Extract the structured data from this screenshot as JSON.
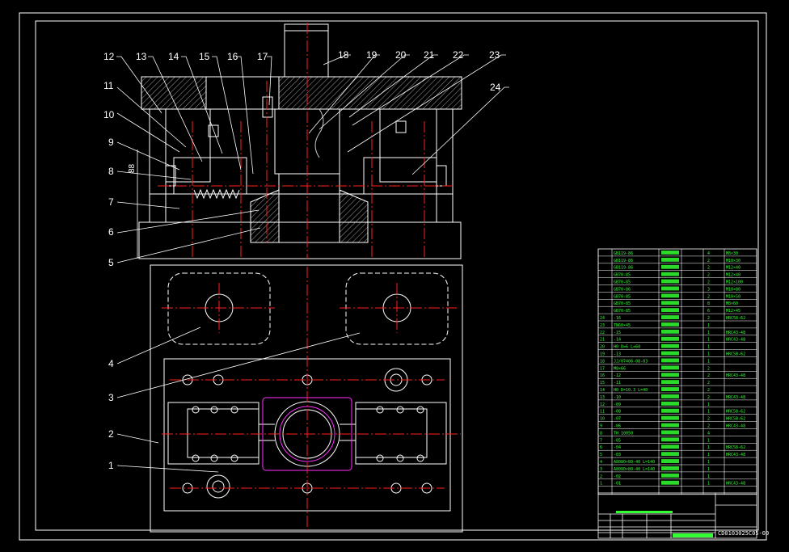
{
  "colors": {
    "background": "#000000",
    "outline": "#ffffff",
    "centerline": "#ff2020",
    "magenta": "#ff30ff",
    "green": "#33ff33",
    "grey": "#c8c8c8",
    "yellow": "#ffff66"
  },
  "callouts": {
    "c1": "1",
    "c2": "2",
    "c3": "3",
    "c4": "4",
    "c5": "5",
    "c6": "6",
    "c7": "7",
    "c8": "8",
    "c9": "9",
    "c10": "10",
    "c11": "11",
    "c12": "12",
    "c13": "13",
    "c14": "14",
    "c15": "15",
    "c16": "16",
    "c17": "17",
    "c18": "18",
    "c19": "19",
    "c20": "20",
    "c21": "21",
    "c22": "22",
    "c23": "23",
    "c24": "24"
  },
  "dimension": "88",
  "bom": {
    "rows": [
      {
        "no": "",
        "code": "GB119-86",
        "qty": "4",
        "spec": "M8×30"
      },
      {
        "no": "",
        "code": "GB119-86",
        "qty": "2",
        "spec": "M10×30"
      },
      {
        "no": "",
        "code": "GB119-86",
        "qty": "2",
        "spec": "M12×40"
      },
      {
        "no": "",
        "code": "GB70-85",
        "qty": "2",
        "spec": "M12×40"
      },
      {
        "no": "",
        "code": "GB70-85",
        "qty": "2",
        "spec": "M12×100"
      },
      {
        "no": "",
        "code": "GB70-86",
        "qty": "3",
        "spec": "M10×80"
      },
      {
        "no": "",
        "code": "GB70-85",
        "qty": "2",
        "spec": "M10×50"
      },
      {
        "no": "",
        "code": "GB70-85",
        "qty": "8",
        "spec": "M8×60"
      },
      {
        "no": "",
        "code": "GB70-85",
        "qty": "6",
        "spec": "M12×45"
      },
      {
        "no": "24",
        "code": "-16",
        "qty": "2",
        "spec": "HRC58-62"
      },
      {
        "no": "23",
        "code": "TN60×45",
        "qty": "1",
        "spec": ""
      },
      {
        "no": "22",
        "code": "-15",
        "qty": "1",
        "spec": "HRC43-48"
      },
      {
        "no": "21",
        "code": "-14",
        "qty": "1",
        "spec": "HRC43-48"
      },
      {
        "no": "20",
        "code": "H0 D=6 L=60",
        "qty": "1",
        "spec": ""
      },
      {
        "no": "19",
        "code": "-13",
        "qty": "1",
        "spec": "HRC58-62"
      },
      {
        "no": "18",
        "code": "JJ/07406-08-03",
        "qty": "1",
        "spec": ""
      },
      {
        "no": "17",
        "code": "M8×66",
        "qty": "2",
        "spec": ""
      },
      {
        "no": "16",
        "code": "-12",
        "qty": "2",
        "spec": "HRC43-48"
      },
      {
        "no": "15",
        "code": "-11",
        "qty": "2",
        "spec": ""
      },
      {
        "no": "14",
        "code": "H0 D=10.3 L=40",
        "qty": "2",
        "spec": ""
      },
      {
        "no": "13",
        "code": "-10",
        "qty": "2",
        "spec": "HRC43-48"
      },
      {
        "no": "12",
        "code": "-09",
        "qty": "1",
        "spec": ""
      },
      {
        "no": "11",
        "code": "-08",
        "qty": "1",
        "spec": "HRC58-62"
      },
      {
        "no": "10",
        "code": "-07",
        "qty": "2",
        "spec": "HRC58-62"
      },
      {
        "no": "9",
        "code": "-06",
        "qty": "2",
        "spec": "HRC43-48"
      },
      {
        "no": "8",
        "code": "TH 10050",
        "qty": "4",
        "spec": ""
      },
      {
        "no": "7",
        "code": "-05",
        "qty": "1",
        "spec": ""
      },
      {
        "no": "6",
        "code": "-04",
        "qty": "1",
        "spec": "HRC58-62"
      },
      {
        "no": "5",
        "code": "-03",
        "qty": "1",
        "spec": "HRC43-48"
      },
      {
        "no": "4",
        "code": "A8080×80-40 L=140",
        "qty": "1",
        "spec": ""
      },
      {
        "no": "3",
        "code": "A8080×80-40 L=140",
        "qty": "1",
        "spec": ""
      },
      {
        "no": "2",
        "code": "-02",
        "qty": "1",
        "spec": ""
      },
      {
        "no": "1",
        "code": "-01",
        "qty": "1",
        "spec": "HRC43-48"
      }
    ]
  },
  "title_block": {
    "code": "CD0103025C05-00"
  }
}
